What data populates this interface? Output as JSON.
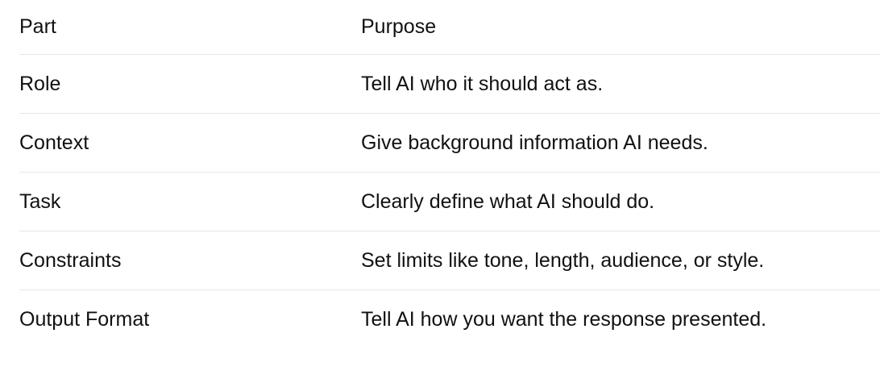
{
  "table": {
    "headers": {
      "part": "Part",
      "purpose": "Purpose"
    },
    "rows": [
      {
        "part": "Role",
        "purpose": "Tell AI who it should act as."
      },
      {
        "part": "Context",
        "purpose": "Give background information AI needs."
      },
      {
        "part": "Task",
        "purpose": "Clearly define what AI should do."
      },
      {
        "part": "Constraints",
        "purpose": "Set limits like tone, length, audience, or style."
      },
      {
        "part": "Output Format",
        "purpose": "Tell AI how you want the response presented."
      }
    ]
  }
}
